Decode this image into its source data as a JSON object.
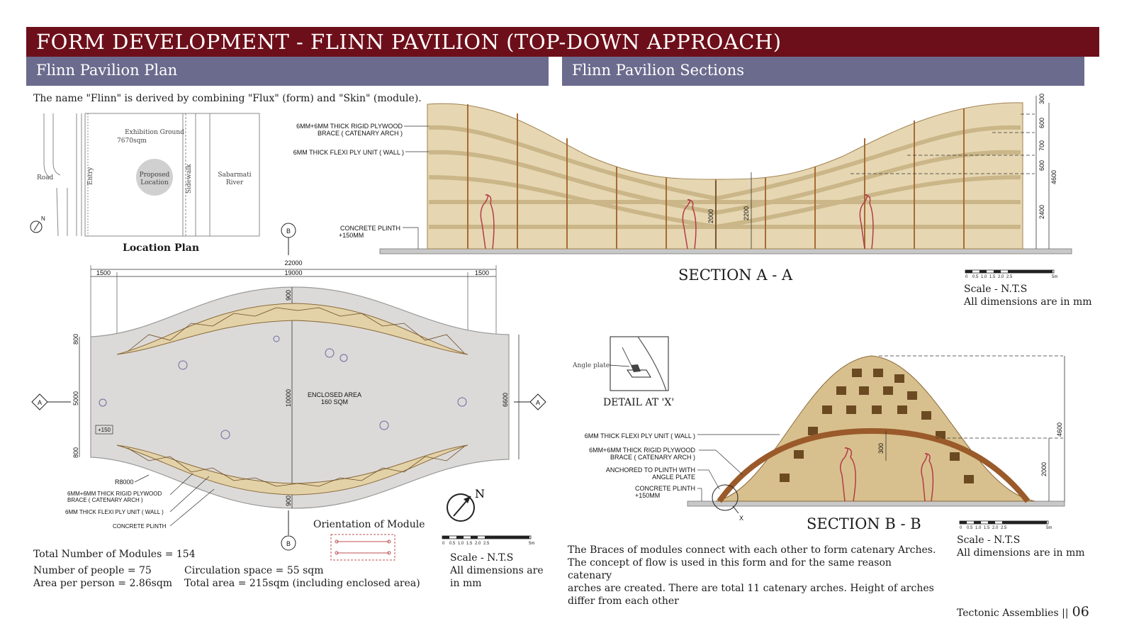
{
  "header": {
    "title": "FORM DEVELOPMENT - FLINN PAVILION (TOP-DOWN APPROACH)"
  },
  "plan_panel": {
    "heading": "Flinn Pavilion Plan",
    "intro": "The name \"Flinn\" is derived by combining \"Flux\" (form) and \"Skin\" (module).",
    "location_plan": {
      "caption": "Location Plan",
      "exhibition_ground": "Exhibition Ground",
      "exhibition_area": "7670sqm",
      "proposed_1": "Proposed",
      "proposed_2": "Location",
      "road": "Road",
      "entry": "Entry",
      "sidewalk": "Sidewalk",
      "river_1": "Sabarmati",
      "river_2": "River",
      "north": "N"
    },
    "plan_drawing": {
      "dim_total": "22000",
      "dim_left": "1500",
      "dim_mid": "19000",
      "dim_right": "1500",
      "dim_900_top": "900",
      "dim_900_bottom": "900",
      "dim_800_top": "800",
      "dim_5000": "5000",
      "dim_800_bottom": "800",
      "dim_10000": "10000",
      "dim_6600": "6600",
      "enclosed_1": "ENCLOSED AREA",
      "enclosed_2": "160 SQM",
      "level": "+150",
      "radius": "R8000",
      "label_brace_1": "6MM+6MM THICK RIGID PLYWOOD",
      "label_brace_2": "BRACE ( CATENARY ARCH )",
      "label_wall": "6MM THICK FLEXI PLY UNIT ( WALL )",
      "label_plinth": "CONCRETE PLINTH",
      "marker_a": "A",
      "marker_b": "B"
    },
    "orientation_caption": "Orientation of Module",
    "north": "N",
    "scale_ticks": [
      "0",
      "0.5",
      "1.0",
      "1.5",
      "2.0",
      "2.5",
      "5m"
    ],
    "scale_note_1": "Scale - N.T.S",
    "scale_note_2": "All dimensions are",
    "scale_note_3": "in mm",
    "stats": {
      "modules": "Total Number of Modules = 154",
      "people": "Number of people = 75",
      "area_per_person": "Area per person = 2.86sqm",
      "circulation": "Circulation space = 55 sqm",
      "total_area": "Total area = 215sqm (including enclosed area)"
    }
  },
  "sections_panel": {
    "heading": "Flinn Pavilion Sections",
    "section_aa": {
      "title": "SECTION A - A",
      "label_brace_1": "6MM+6MM THICK RIGID PLYWOOD",
      "label_brace_2": "BRACE ( CATENARY ARCH )",
      "label_wall": "6MM THICK FLEXI PLY UNIT ( WALL )",
      "label_plinth_1": "CONCRETE PLINTH",
      "label_plinth_2": "+150MM",
      "dim_2000": "2000",
      "dim_2200": "2200",
      "dims_right": [
        "300",
        "600",
        "700",
        "600",
        "2400"
      ],
      "dim_4600": "4600",
      "scale_ticks": [
        "0",
        "0.5",
        "1.0",
        "1.5",
        "2.0",
        "2.5",
        "5m"
      ],
      "scale_1": "Scale - N.T.S",
      "scale_2": "All dimensions are in mm"
    },
    "detail": {
      "title": "DETAIL AT 'X'",
      "label": "Angle plate"
    },
    "section_bb": {
      "title": "SECTION B - B",
      "label_wall": "6MM THICK FLEXI PLY UNIT ( WALL )",
      "label_brace_1": "6MM+6MM THICK RIGID PLYWOOD",
      "label_brace_2": "BRACE ( CATENARY ARCH )",
      "label_anchor_1": "ANCHORED TO PLINTH WITH",
      "label_anchor_2": "ANGLE PLATE",
      "label_plinth_1": "CONCRETE PLINTH",
      "label_plinth_2": "+150MM",
      "marker_x": "X",
      "dim_300": "300",
      "dim_4600": "4600",
      "dim_2000": "2000",
      "scale_ticks": [
        "0",
        "0.5",
        "1.0",
        "1.5",
        "2.0",
        "2.5",
        "5m"
      ],
      "scale_1": "Scale - N.T.S",
      "scale_2": "All dimensions are in mm"
    },
    "description": [
      "The Braces of modules connect with each other to form catenary Arches.",
      "The concept of flow is used in this form and for the same reason catenary",
      "arches are created. There are total 11 catenary arches. Height of arches",
      "differ from each other"
    ]
  },
  "footer": {
    "label": "Tectonic Assemblies ||",
    "page": "06"
  },
  "colors": {
    "title_bar": "#6d0f1a",
    "sub_bar": "#6b6b8e",
    "wood": "#e3d2a8",
    "brace": "#9a5a2a",
    "figure": "#b43a48"
  }
}
